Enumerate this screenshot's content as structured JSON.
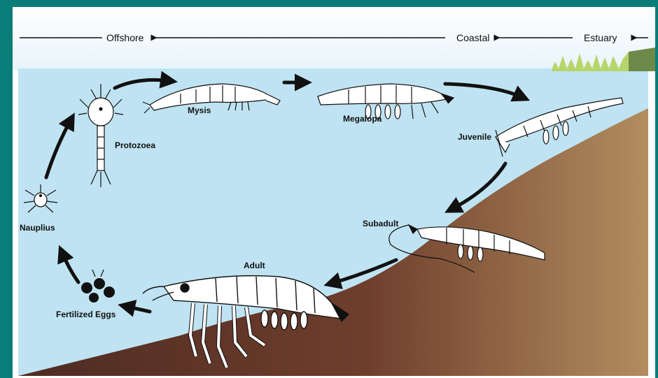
{
  "zones": {
    "offshore": "Offshore",
    "coastal": "Coastal",
    "estuary": "Estuary"
  },
  "stages": {
    "nauplius": "Nauplius",
    "protozoea": "Protozoea",
    "mysis": "Mysis",
    "megalopa": "Megalopa",
    "juvenile": "Juvenile",
    "subadult": "Subadult",
    "adult": "Adult",
    "eggs": "Fertilized Eggs"
  },
  "colors": {
    "water": "#bfe3f2",
    "sediment_dark": "#5a3326",
    "sediment_light": "#b08a5c",
    "grass": "#b6d56a",
    "border": "#0b7d78"
  }
}
